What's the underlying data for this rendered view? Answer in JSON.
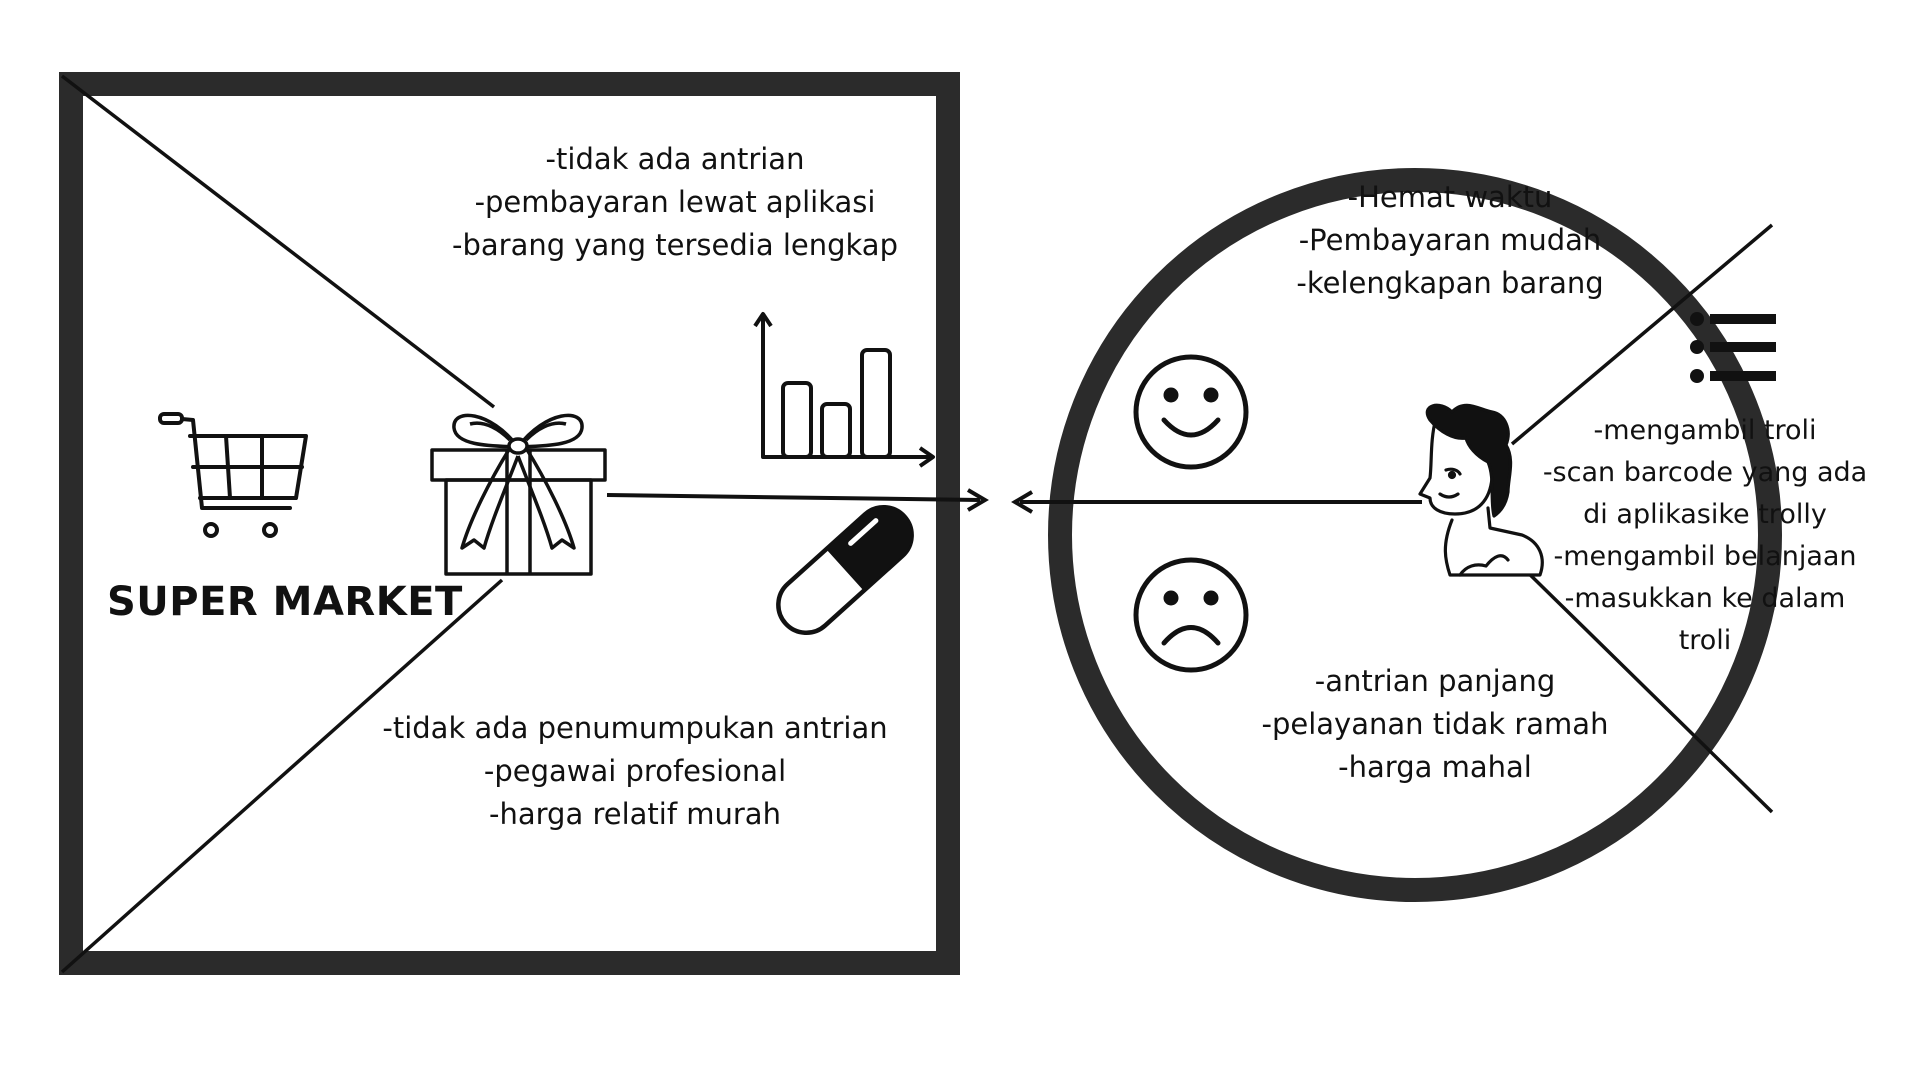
{
  "canvas": {
    "square": {
      "title": "SUPER MARKET",
      "top_text": [
        "-tidak ada antrian",
        "-pembayaran lewat aplikasi",
        "-barang yang tersedia lengkap"
      ],
      "bottom_text": [
        "-tidak ada penumumpukan antrian",
        "-pegawai profesional",
        "-harga relatif murah"
      ],
      "icons": [
        "shopping-cart-icon",
        "gift-box-icon",
        "bar-chart-icon",
        "capsule-pill-icon"
      ]
    },
    "circle": {
      "top_text": [
        "-Hemat waktu",
        "-Pembayaran mudah",
        "-kelengkapan barang"
      ],
      "right_text": [
        "-mengambil troli",
        "-scan barcode yang ada",
        "di aplikasike trolly",
        "-mengambil belanjaan",
        "-masukkan ke dalam",
        "troli"
      ],
      "bottom_text": [
        "-antrian panjang",
        "-pelayanan tidak ramah",
        "-harga mahal"
      ],
      "icons": [
        "happy-face-icon",
        "sad-face-icon",
        "list-icon",
        "person-avatar-icon"
      ]
    }
  },
  "colors": {
    "frame": "#2b2b2b",
    "ink": "#111111",
    "background": "#ffffff"
  }
}
